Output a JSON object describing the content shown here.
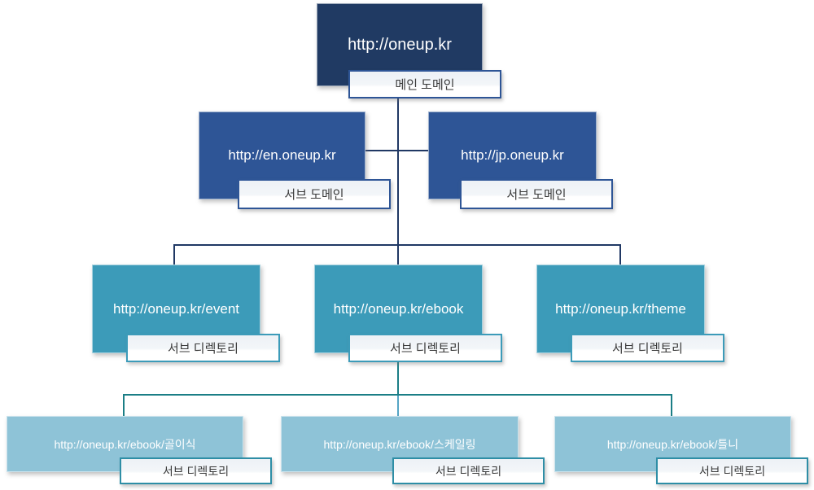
{
  "nodes": [
    {
      "url": "http://oneup.kr",
      "type_label": "메인 도메인",
      "level": "main-domain",
      "parent": null
    },
    {
      "url": "http://en.oneup.kr",
      "type_label": "서브 도메인",
      "level": "sub-domain",
      "parent": "http://oneup.kr"
    },
    {
      "url": "http://jp.oneup.kr",
      "type_label": "서브 도메인",
      "level": "sub-domain",
      "parent": "http://oneup.kr"
    },
    {
      "url": "http://oneup.kr/event",
      "type_label": "서브 디렉토리",
      "level": "sub-directory",
      "parent": "http://oneup.kr"
    },
    {
      "url": "http://oneup.kr/ebook",
      "type_label": "서브 디렉토리",
      "level": "sub-directory",
      "parent": "http://oneup.kr"
    },
    {
      "url": "http://oneup.kr/theme",
      "type_label": "서브 디렉토리",
      "level": "sub-directory",
      "parent": "http://oneup.kr"
    },
    {
      "url": "http://oneup.kr/ebook/골이식",
      "type_label": "서브 디렉토리",
      "level": "sub-directory",
      "parent": "http://oneup.kr/ebook"
    },
    {
      "url": "http://oneup.kr/ebook/스케일링",
      "type_label": "서브 디렉토리",
      "level": "sub-directory",
      "parent": "http://oneup.kr/ebook"
    },
    {
      "url": "http://oneup.kr/ebook/틀니",
      "type_label": "서브 디렉토리",
      "level": "sub-directory",
      "parent": "http://oneup.kr/ebook"
    }
  ],
  "colors": {
    "main_domain_box": "#203A63",
    "sub_domain_box": "#2E5596",
    "sub_directory_box": "#3C9BB9",
    "sub_directory_light_box": "#8EC3D7",
    "connector_navy": "#203864",
    "connector_teal_dark": "#1B7E86",
    "connector_teal_light": "#55A5C5",
    "label_border_blue": "#2E5596",
    "label_border_teal": "#3C9BB9",
    "label_border_teal_dark": "#2E8EA6",
    "label_text": "#3A3A3A"
  }
}
